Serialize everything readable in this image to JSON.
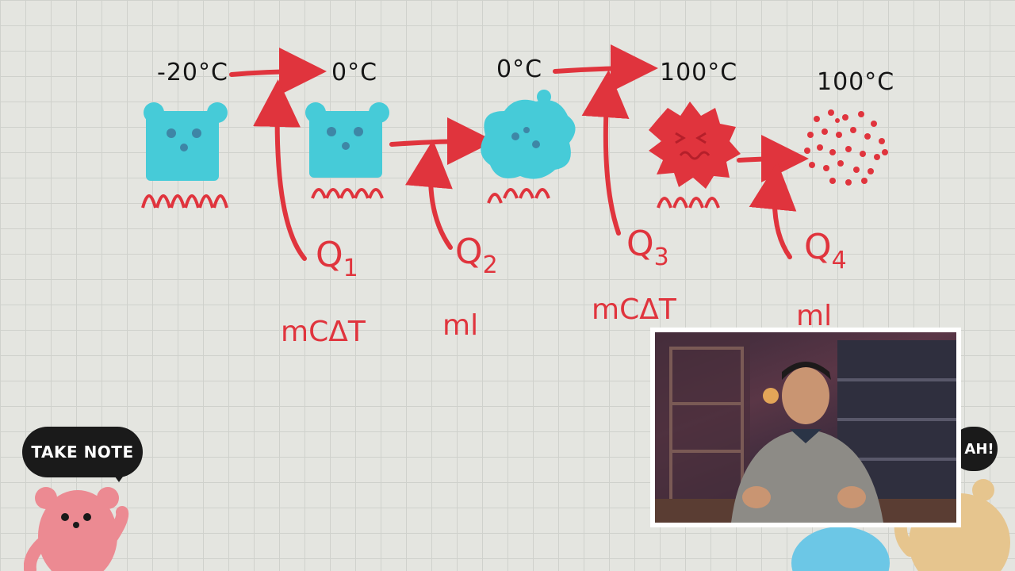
{
  "diagram": {
    "temperatures": [
      "-20°C",
      "0°C",
      "0°C",
      "100°C",
      "100°C"
    ],
    "heats": [
      {
        "label": "Q",
        "sub": "1",
        "formula": "mCΔT"
      },
      {
        "label": "Q",
        "sub": "2",
        "formula": "ml"
      },
      {
        "label": "Q",
        "sub": "3",
        "formula": "mCΔT"
      },
      {
        "label": "Q",
        "sub": "4",
        "formula": "ml"
      }
    ]
  },
  "stickers": {
    "take_note": "TAKE NOTE",
    "ah": "AH!"
  },
  "colors": {
    "red": "#e0343d",
    "cyan": "#46cbd8",
    "ink": "#141414"
  }
}
